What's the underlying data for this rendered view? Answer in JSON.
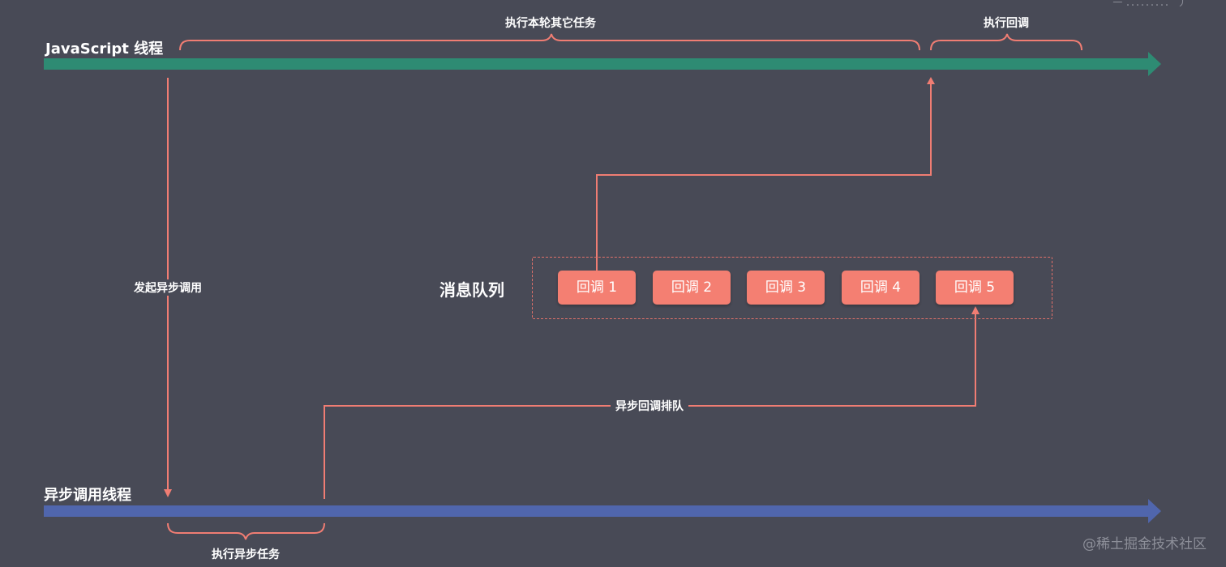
{
  "threads": {
    "js": {
      "label": "JavaScript 线程",
      "color": "#2e8b73"
    },
    "async": {
      "label": "异步调用线程",
      "color": "#5066ad"
    }
  },
  "steps": {
    "run_other_tasks": "执行本轮其它任务",
    "run_callback": "执行回调",
    "start_async_call": "发起异步调用",
    "queue_callback": "异步回调排队",
    "run_async_task": "执行异步任务"
  },
  "queue": {
    "title": "消息队列",
    "items": [
      "回调 1",
      "回调 2",
      "回调 3",
      "回调 4",
      "回调 5"
    ]
  },
  "colors": {
    "background": "#484a56",
    "accent": "#f47f72",
    "connector": "#f07d73"
  },
  "watermark": "@稀土掘金技术社区",
  "top_faint_text": "一 ．．．．．．．．． 丿"
}
